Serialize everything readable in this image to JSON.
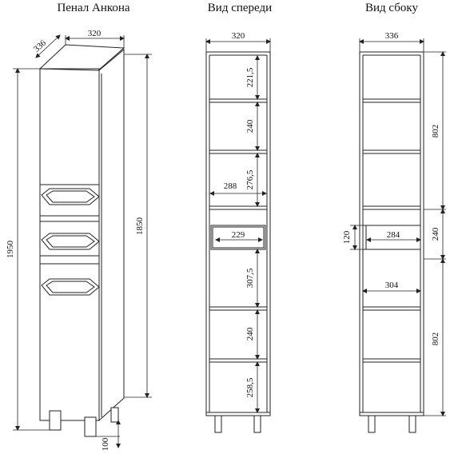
{
  "titles": {
    "perspective": "Пенал Анкона",
    "front": "Вид спереди",
    "side": "Вид сбоку"
  },
  "perspective": {
    "depth": "336",
    "width": "320",
    "total_height": "1950",
    "body_height": "1850",
    "leg_height": "100"
  },
  "front": {
    "width": "320",
    "inner_width": "288",
    "drawer_width": "229",
    "gaps": [
      "221,5",
      "240",
      "276,5",
      "307,5",
      "240",
      "258,5"
    ]
  },
  "side": {
    "depth": "336",
    "drawer_depth": "284",
    "inner_depth": "304",
    "drawer_height": "120",
    "upper_section": "802",
    "middle_section": "240",
    "lower_section": "802"
  }
}
